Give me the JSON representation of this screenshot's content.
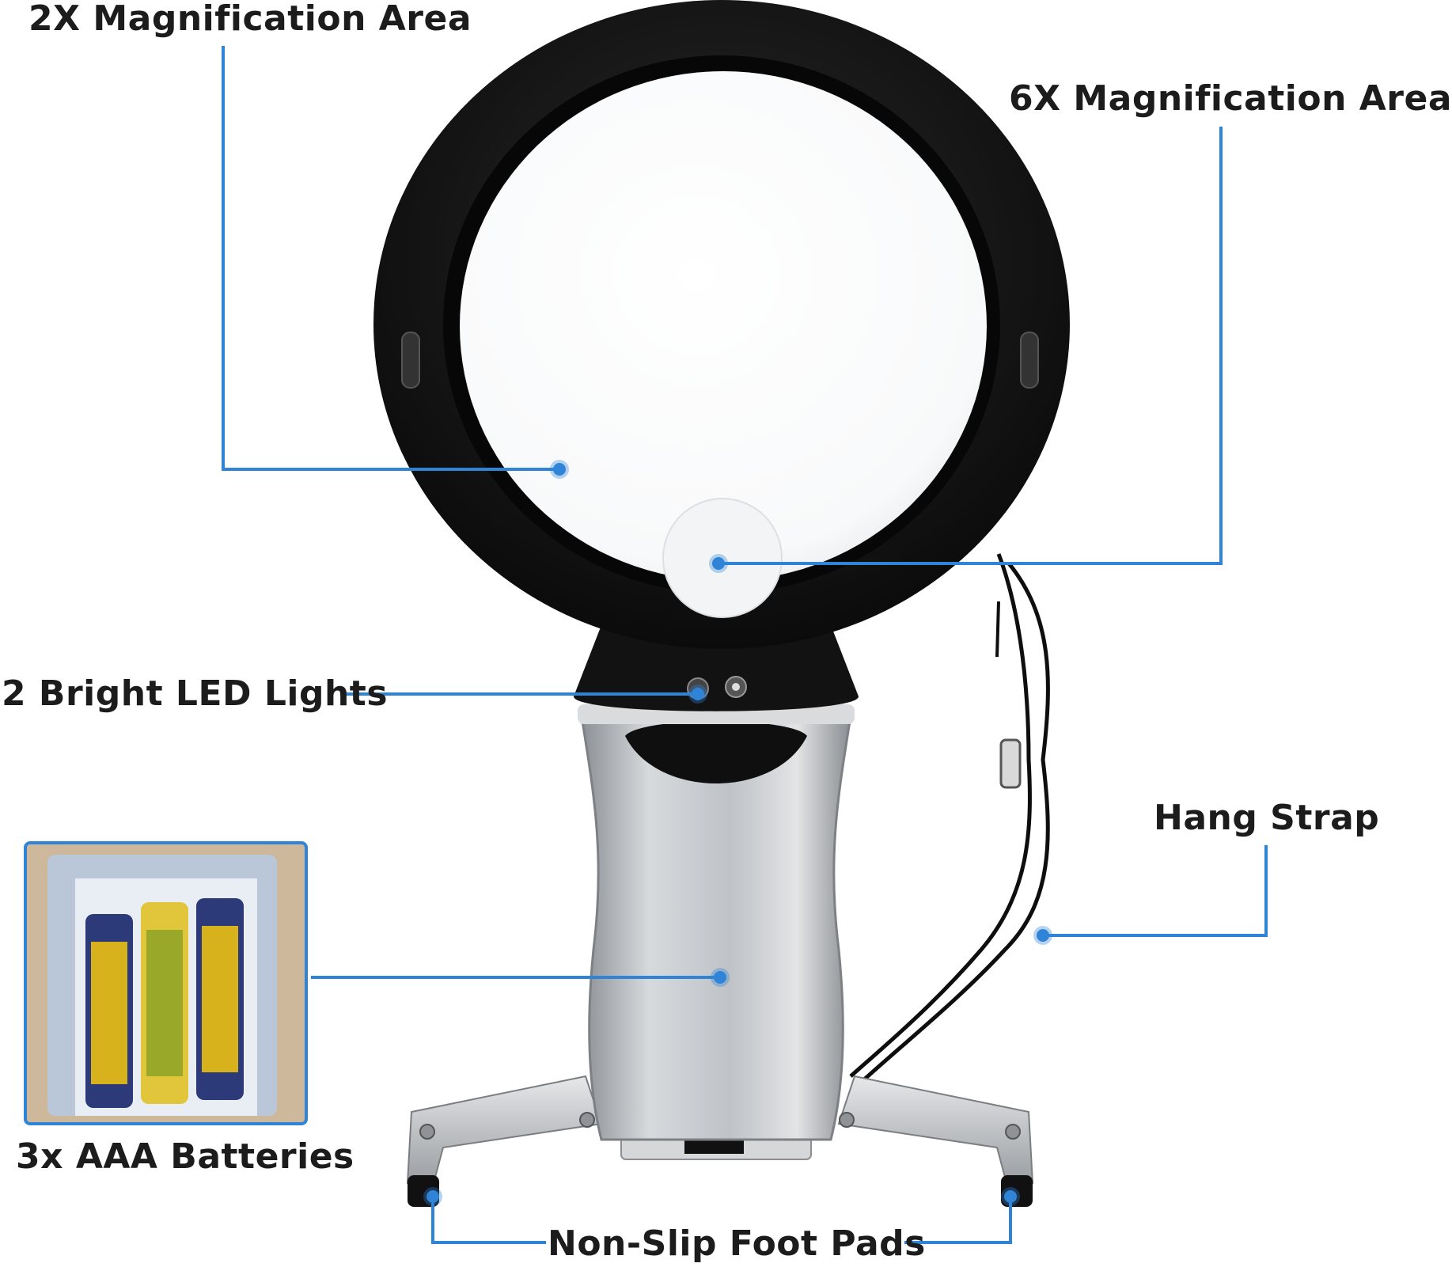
{
  "labels": {
    "mag2x": "2X Magnification Area",
    "mag6x": "6X Magnification Area",
    "led": "2 Bright LED Lights",
    "batteries": "3x AAA Batteries",
    "strap": "Hang Strap",
    "feet": "Non-Slip Foot Pads"
  },
  "colors": {
    "callout": "#2f84d8",
    "frame": "#121212",
    "silver": "#c9ccd0",
    "text": "#1c1c1c"
  }
}
